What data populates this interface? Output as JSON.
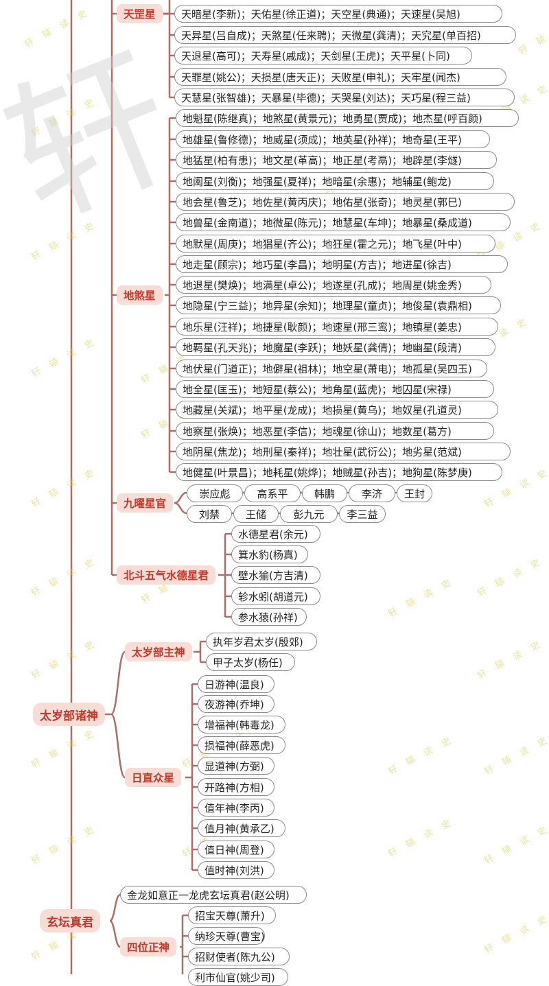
{
  "watermark": "轩 辕 读 史",
  "big_watermark": "轩",
  "cat_tiangang": "天罡星",
  "tiangang": [
    "天暗星(李新)；天佑星(徐正道)；天空星(典通)；天速星(吴旭)",
    "天异星(吕自成)；天煞星(任来聘)；天微星(龚清)；天究星(单百招)",
    "天退星(高可)；天寿星(戚成)；天剑星(王虎)；天平星(卜同)",
    "天罪星(姚公)；天损星(唐天正)；天败星(申礼)；天牢星(闻杰)",
    "天慧星(张智雄)；天暴星(毕德)；天哭星(刘达)；天巧星(程三益)"
  ],
  "cat_disha": "地煞星",
  "disha": [
    "地魁星(陈继真)；地煞星(黄景元)；地勇星(贾成)；地杰星(呼百颜)",
    "地雄星(鲁修德)；地威星(须成)；地英星(孙祥)；地奇星(王平)",
    "地猛星(柏有患)；地文星(革高)；地正星(考鬲)；地辟星(李燧)",
    "地阖星(刘衡)；地强星(夏祥)；地暗星(余惠)；地辅星(鲍龙)",
    "地会星(鲁芝)；地佐星(黄丙庆)；地佑星(张奇)；地灵星(郭巳)",
    "地兽星(金南道)；地微星(陈元)；地慧星(车坤)；地暴星(桑成道)",
    "地默星(周庚)；地猖星(齐公)；地狂星(霍之元)；地飞星(叶中)",
    "地走星(顾宗)；地巧星(李昌)；地明星(方吉)；地进星(徐吉)",
    "地退星(樊焕)；地满星(卓公)；地遂星(孔成)；地周星(姚金秀)",
    "地隐星(宁三益)；地异星(余知)；地理星(童贞)；地俊星(袁鼎相)",
    "地乐星(汪祥)；地捷星(耿颜)；地速星(邢三鸾)；地镇星(姜忠)",
    "地羁星(孔天兆)；地魔星(李跃)；地妖星(龚倩)；地幽星(段清)",
    "地伏星(门道正)；地僻星(祖林)；地空星(萧电)；地孤星(吴四玉)",
    "地全星(匡玉)；地短星(蔡公)；地角星(蓝虎)；地囚星(宋禄)",
    "地藏星(关斌)；地平星(龙成)；地损星(黄乌)；地奴星(孔道灵)",
    "地察星(张焕)；地恶星(李信)；地魂星(徐山)；地数星(葛方)",
    "地阴星(焦龙)；地刑星(秦祥)；地壮星(武衍公)；地劣星(范斌)",
    "地健星(叶景昌)；地耗星(姚烨)；地贼星(孙吉)；地狗星(陈梦庚)"
  ],
  "cat_jiuyao": "九曜星官",
  "jiuyao_row1": [
    "崇应彪",
    "高系平",
    "韩鹏",
    "李济",
    "王封"
  ],
  "jiuyao_row2": [
    "刘禁",
    "王储",
    "彭九元",
    "李三益"
  ],
  "cat_beidou": "北斗五气水德星君",
  "beidou": [
    "水德星君(余元)",
    "箕水豹(杨真)",
    "壁水㺄(方吉清)",
    "轸水蚓(胡道元)",
    "参水猿(孙祥)"
  ],
  "cat_taisui": "太岁部诸神",
  "cat_taisui_main": "太岁部主神",
  "taisui_main": [
    "执年岁君太岁(殷郊)",
    "甲子太岁(杨任)"
  ],
  "cat_rizhi": "日直众星",
  "rizhi": [
    "日游神(温良)",
    "夜游神(乔坤)",
    "增福神(韩毒龙)",
    "损福神(薛恶虎)",
    "显道神(方弼)",
    "开路神(方相)",
    "值年神(李丙)",
    "值月神(黄承乙)",
    "值日神(周登)",
    "值时神(刘洪)"
  ],
  "cat_xuantan": "玄坛真君",
  "xuantan_main": "金龙如意正一龙虎玄坛真君(赵公明)",
  "cat_siwei": "四位正神",
  "siwei": [
    "招宝天尊(萧升)",
    "纳珍天尊(曹宝)",
    "招财使者(陈九公)",
    "利市仙官(姚少司)"
  ]
}
